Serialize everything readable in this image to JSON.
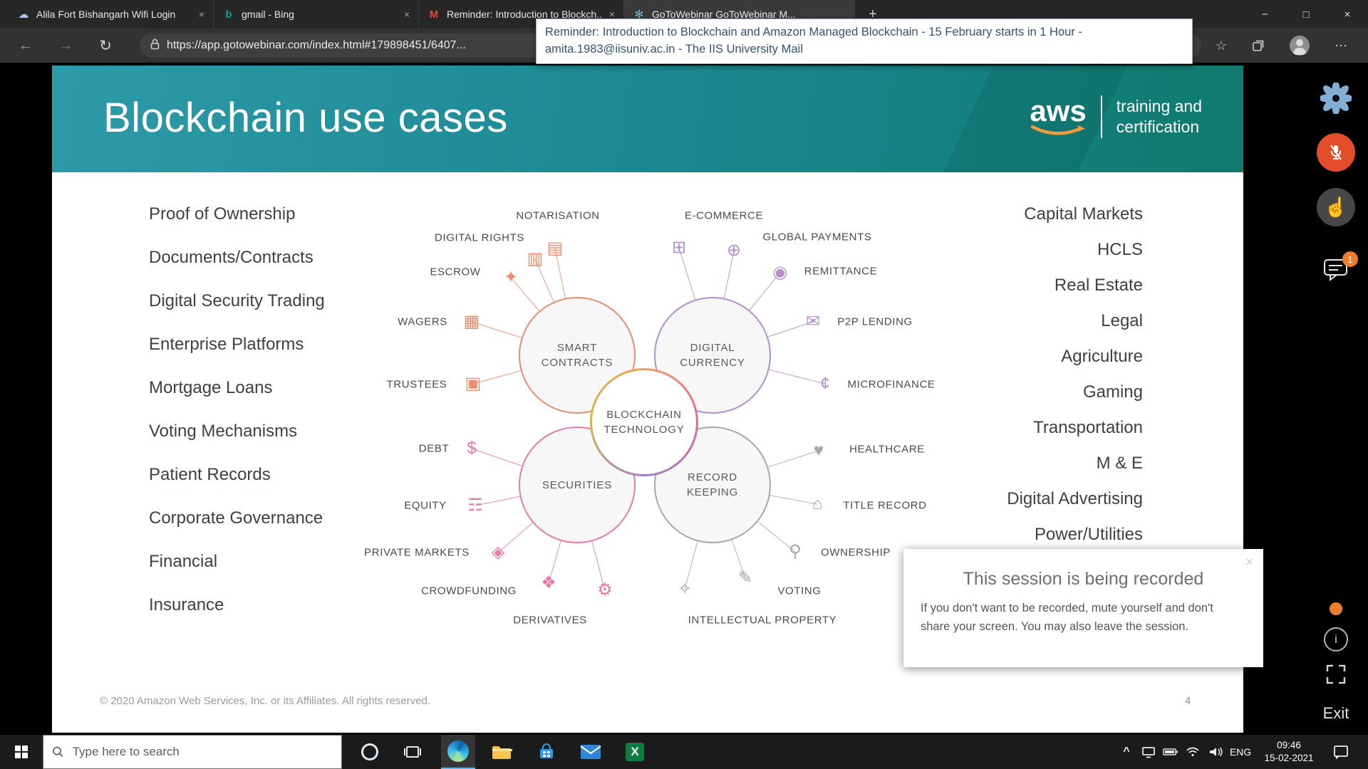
{
  "browser": {
    "tabs": [
      {
        "title": "Alila Fort Bishangarh Wifi Login"
      },
      {
        "title": "gmail - Bing"
      },
      {
        "title": "Reminder: Introduction to Blockch..."
      },
      {
        "title": "GoToWebinar  GoToWebinar  M..."
      }
    ],
    "reminder_popup": "Reminder: Introduction to Blockchain and Amazon Managed Blockchain - 15 February starts in 1 Hour - amita.1983@iisuniv.ac.in - The IIS University Mail",
    "address": "https://app.gotowebinar.com/index.html#179898451/6407..."
  },
  "slide": {
    "title": "Blockchain use cases",
    "aws": {
      "wordmark": "aws",
      "tagline_line1": "training and",
      "tagline_line2": "certification"
    },
    "left_list": [
      "Proof of Ownership",
      "Documents/Contracts",
      "Digital Security Trading",
      "Enterprise Platforms",
      "Mortgage Loans",
      "Voting Mechanisms",
      "Patient Records",
      "Corporate Governance",
      "Financial",
      "Insurance"
    ],
    "right_list": [
      "Capital Markets",
      "HCLS",
      "Real Estate",
      "Legal",
      "Agriculture",
      "Gaming",
      "Transportation",
      "M & E",
      "Digital Advertising",
      "Power/Utilities"
    ],
    "diagram": {
      "center_label": "BLOCKCHAIN TECHNOLOGY",
      "circles": [
        {
          "label": "SMART CONTRACTS"
        },
        {
          "label": "DIGITAL CURRENCY"
        },
        {
          "label": "SECURITIES"
        },
        {
          "label": "RECORD KEEPING"
        }
      ],
      "satellites": [
        {
          "label": "NOTARISATION",
          "icon": "receipt"
        },
        {
          "label": "DIGITAL RIGHTS",
          "icon": "contract"
        },
        {
          "label": "ESCROW",
          "icon": "drone"
        },
        {
          "label": "WAGERS",
          "icon": "ticket"
        },
        {
          "label": "TRUSTEES",
          "icon": "id-card"
        },
        {
          "label": "DEBT",
          "icon": "dollar"
        },
        {
          "label": "EQUITY",
          "icon": "bar-chart"
        },
        {
          "label": "PRIVATE MARKETS",
          "icon": "lock"
        },
        {
          "label": "CROWDFUNDING",
          "icon": "network"
        },
        {
          "label": "DERIVATIVES",
          "icon": "gears"
        },
        {
          "label": "E-COMMERCE",
          "icon": "shopping-bag"
        },
        {
          "label": "GLOBAL PAYMENTS",
          "icon": "globe"
        },
        {
          "label": "REMITTANCE",
          "icon": "location"
        },
        {
          "label": "P2P LENDING",
          "icon": "chat"
        },
        {
          "label": "MICROFINANCE",
          "icon": "coins"
        },
        {
          "label": "HEALTHCARE",
          "icon": "heart"
        },
        {
          "label": "TITLE RECORD",
          "icon": "house"
        },
        {
          "label": "OWNERSHIP",
          "icon": "key"
        },
        {
          "label": "VOTING",
          "icon": "pencil"
        },
        {
          "label": "INTELLECTUAL PROPERTY",
          "icon": "bulb"
        }
      ]
    },
    "footer": {
      "copyright": "© 2020 Amazon Web Services, Inc. or its Affiliates. All rights reserved.",
      "page": "4"
    }
  },
  "webinar": {
    "notice": {
      "title": "This session is being recorded",
      "body": "If you don't want to be recorded, mute yourself and don't share your screen. You may also leave the session."
    },
    "chat_badge": "1",
    "exit_label": "Exit"
  },
  "taskbar": {
    "search_placeholder": "Type here to search",
    "language": "ENG",
    "time": "09:46",
    "date": "15-02-2021"
  },
  "colors": {
    "header_teal_left": "#2d9aa9",
    "header_teal_right": "#107a6e",
    "aws_orange": "#f49a3e",
    "mic_red": "#e34e2a",
    "badge_orange": "#f07d2e",
    "group_smart_contracts": "#ec8d70",
    "group_digital_currency": "#b38fcd",
    "group_securities": "#e87ba6",
    "group_record_keeping": "#a8a8a8"
  }
}
